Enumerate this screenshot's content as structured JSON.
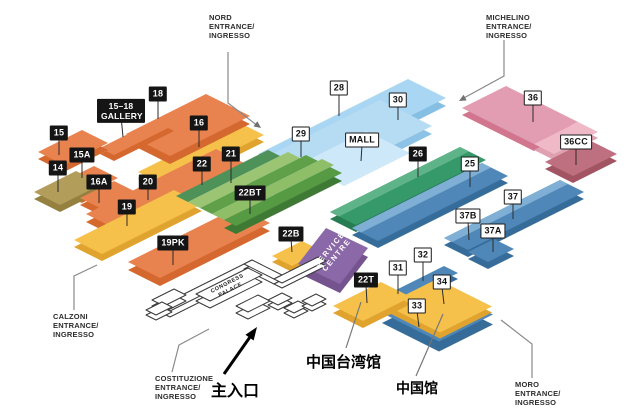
{
  "entrances": {
    "nord": {
      "name": "NORD",
      "line2": "ENTRANCE/",
      "line3": "INGRESSO"
    },
    "michelino": {
      "name": "MICHELINO",
      "line2": "ENTRANCE/",
      "line3": "INGRESSO"
    },
    "calzoni": {
      "name": "CALZONI",
      "line2": "ENTRANCE/",
      "line3": "INGRESSO"
    },
    "costituzione": {
      "name": "COSTITUZIONE",
      "line2": "ENTRANCE/",
      "line3": "INGRESSO"
    },
    "moro": {
      "name": "MORO",
      "line2": "ENTRANCE/",
      "line3": "INGRESSO"
    }
  },
  "labels": {
    "main_entrance": "主入口",
    "taiwan_pavilion": "中国台湾馆",
    "china_pavilion": "中国馆"
  },
  "buildings": {
    "service_centre_line1": "SERVICE",
    "service_centre_line2": "CENTRE",
    "congress_palace_line1": "CONGRESS",
    "congress_palace_line2": "PALACE"
  },
  "pins": {
    "h15": {
      "label": "15",
      "style": "dark"
    },
    "h15a": {
      "label": "15A",
      "style": "dark"
    },
    "h14": {
      "label": "14",
      "style": "dark"
    },
    "gallery": {
      "label": "15–18 GALLERY",
      "style": "dark"
    },
    "h18": {
      "label": "18",
      "style": "dark"
    },
    "h16": {
      "label": "16",
      "style": "dark"
    },
    "h16a": {
      "label": "16A",
      "style": "dark"
    },
    "h20": {
      "label": "20",
      "style": "dark"
    },
    "h19": {
      "label": "19",
      "style": "dark"
    },
    "h19pk": {
      "label": "19PK",
      "style": "dark"
    },
    "h22": {
      "label": "22",
      "style": "dark"
    },
    "h21": {
      "label": "21",
      "style": "dark"
    },
    "h22bt": {
      "label": "22BT",
      "style": "dark"
    },
    "h22b": {
      "label": "22B",
      "style": "dark"
    },
    "h22t": {
      "label": "22T",
      "style": "dark"
    },
    "h26": {
      "label": "26",
      "style": "dark"
    },
    "h29": {
      "label": "29",
      "style": "light"
    },
    "h28": {
      "label": "28",
      "style": "light"
    },
    "h30": {
      "label": "30",
      "style": "light"
    },
    "mall": {
      "label": "MALL",
      "style": "light"
    },
    "h25": {
      "label": "25",
      "style": "light"
    },
    "h36": {
      "label": "36",
      "style": "light"
    },
    "h36cc": {
      "label": "36CC",
      "style": "light"
    },
    "h37": {
      "label": "37",
      "style": "light"
    },
    "h37b": {
      "label": "37B",
      "style": "light"
    },
    "h37a": {
      "label": "37A",
      "style": "light"
    },
    "h31": {
      "label": "31",
      "style": "light"
    },
    "h32": {
      "label": "32",
      "style": "light"
    },
    "h33": {
      "label": "33",
      "style": "light"
    },
    "h34": {
      "label": "34",
      "style": "light"
    }
  },
  "colors": {
    "orange": [
      "#E8824E",
      "#D4682F"
    ],
    "yellow": [
      "#F5C14B",
      "#DFA32E"
    ],
    "olive": [
      "#B39D5A",
      "#94803F"
    ],
    "green_dark": [
      "#4E9159",
      "#3E7A33"
    ],
    "green_light": [
      "#9CC573",
      "#3E7A33"
    ],
    "green_mid": [
      "#5FA049",
      "#3E7A33"
    ],
    "green_soft": [
      "#8FBE68",
      "#3E7A33"
    ],
    "green_base": [
      "#569A43",
      "#3E7A33"
    ],
    "teal": [
      "#36996A",
      "#277C52"
    ],
    "teal_stripe": [
      "#5FB389",
      "#277C52"
    ],
    "pale_blue": [
      "#A9D6F2",
      "#86BFE4"
    ],
    "pale_blue_front": [
      "#B6DCF4",
      "#8CC2E6"
    ],
    "pale_blue_panel": [
      "#CDE8F9",
      "#8CC2E6"
    ],
    "blue": [
      "#4F88B8",
      "#366C99"
    ],
    "blue_stripe": [
      "#7FAFD4",
      "#366C99"
    ],
    "pink": [
      "#E39DB2",
      "#D2768F"
    ],
    "pink_step": [
      "#EFB9C8",
      "#DFA0B2"
    ],
    "mauve": [
      "#BF7080",
      "#A25462"
    ],
    "purple": [
      "#8B68A8",
      "#74538F"
    ],
    "white_structure": [
      "#FFFFFF",
      "#FFFFFF"
    ],
    "badge_dark_bg": "#151515",
    "pin_line": "#2B2B2B",
    "pointer_line": "#8A8A8A"
  }
}
